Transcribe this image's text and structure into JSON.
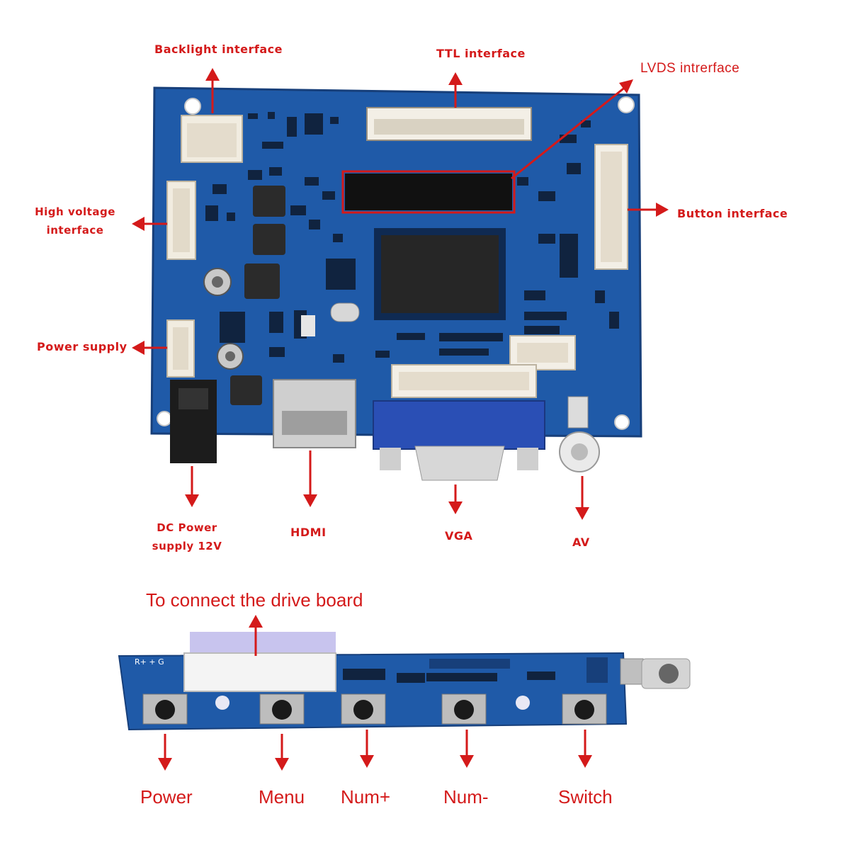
{
  "driver_board": {
    "labels": {
      "backlight": "Backlight interface",
      "ttl": "TTL interface",
      "lvds": "LVDS intrerface",
      "high_voltage_line1": "High voltage",
      "high_voltage_line2": "interface",
      "button": "Button interface",
      "power_supply": "Power supply",
      "dc_power_line1": "DC Power",
      "dc_power_line2": "supply 12V",
      "hdmi": "HDMI",
      "vga": "VGA",
      "av": "AV"
    }
  },
  "key_board": {
    "connect_label": "To connect  the drive board",
    "silk_left": "R+ + G",
    "buttons": [
      "Power",
      "Menu",
      "Num+",
      "Num-",
      "Switch"
    ]
  },
  "colors": {
    "accent": "#d41a1a",
    "pcb": "#1f5aa8",
    "pcb_dark": "#173f7a",
    "connector": "#f1ece0",
    "vga_blue": "#2a4fb5"
  }
}
